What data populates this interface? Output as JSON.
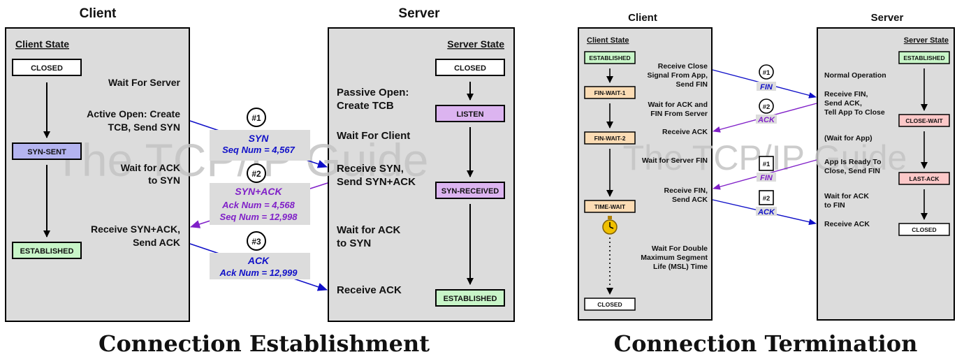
{
  "colors": {
    "panel_fill": "#dcdcdc",
    "closed_fill": "#ffffff",
    "established_fill": "#c8f5c8",
    "syn_sent_fill": "#b4b4f0",
    "listen_fill": "#dcb4f0",
    "fin_wait_fill": "#fcdcb4",
    "close_wait_fill": "#fcc8c8",
    "blue_arrow": "#1010c8",
    "purple_arrow": "#8020c8",
    "watermark": "#c4c4c4"
  },
  "watermark": "The TCP/IP Guide",
  "establishment": {
    "caption": "Connection Establishment",
    "client_header": "Client",
    "server_header": "Server",
    "client_state_label": "Client State",
    "server_state_label": "Server State",
    "client_states": [
      "CLOSED",
      "SYN-SENT",
      "ESTABLISHED"
    ],
    "server_states": [
      "CLOSED",
      "LISTEN",
      "SYN-RECEIVED",
      "ESTABLISHED"
    ],
    "client_actions": {
      "wait_server": "Wait For Server",
      "active_open_1": "Active Open: Create",
      "active_open_2": "TCB, Send SYN",
      "wait_ack_1": "Wait for ACK",
      "wait_ack_2": "to SYN",
      "recv_synack_1": "Receive SYN+ACK,",
      "recv_synack_2": "Send ACK"
    },
    "server_actions": {
      "passive_1": "Passive Open:",
      "passive_2": "Create TCB",
      "wait_client": "Wait For Client",
      "recv_syn_1": "Receive SYN,",
      "recv_syn_2": "Send SYN+ACK",
      "wait_ack_1": "Wait for ACK",
      "wait_ack_2": "to SYN",
      "recv_ack": "Receive ACK"
    },
    "messages": [
      {
        "num": "#1",
        "label": "SYN",
        "line1": "Seq Num = 4,567"
      },
      {
        "num": "#2",
        "label": "SYN+ACK",
        "line1": "Ack Num = 4,568",
        "line2": "Seq Num = 12,998"
      },
      {
        "num": "#3",
        "label": "ACK",
        "line1": "Ack Num = 12,999"
      }
    ]
  },
  "termination": {
    "caption": "Connection Termination",
    "client_header": "Client",
    "server_header": "Server",
    "client_state_label": "Client State",
    "server_state_label": "Server State",
    "client_states": [
      "ESTABLISHED",
      "FIN-WAIT-1",
      "FIN-WAIT-2",
      "TIME-WAIT",
      "CLOSED"
    ],
    "server_states": [
      "ESTABLISHED",
      "CLOSE-WAIT",
      "LAST-ACK",
      "CLOSED"
    ],
    "client_actions": {
      "recv_close_1": "Receive Close",
      "recv_close_2": "Signal From App,",
      "recv_close_3": "Send FIN",
      "wait_ack_1": "Wait for ACK and",
      "wait_ack_2": "FIN From Server",
      "recv_ack": "Receive ACK",
      "wait_fin": "Wait for Server FIN",
      "recv_fin_1": "Receive FIN,",
      "recv_fin_2": "Send ACK",
      "wait_msl_1": "Wait For Double",
      "wait_msl_2": "Maximum Segment",
      "wait_msl_3": "Life (MSL) Time"
    },
    "server_actions": {
      "normal": "Normal Operation",
      "recv_fin_1": "Receive FIN,",
      "recv_fin_2": "Send ACK,",
      "recv_fin_3": "Tell App To Close",
      "wait_app": "(Wait for App)",
      "app_ready_1": "App Is Ready To",
      "app_ready_2": "Close, Send FIN",
      "wait_ack_1": "Wait for ACK",
      "wait_ack_2": "to FIN",
      "recv_ack": "Receive ACK"
    },
    "messages": [
      {
        "num": "#1",
        "label": "FIN"
      },
      {
        "num": "#2",
        "label": "ACK"
      },
      {
        "num": "#1",
        "label": "FIN"
      },
      {
        "num": "#2",
        "label": "ACK"
      }
    ]
  }
}
